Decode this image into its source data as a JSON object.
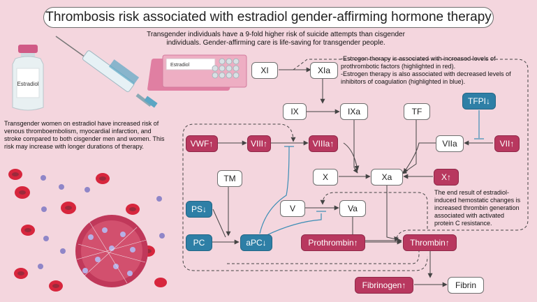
{
  "title": "Thrombosis risk associated with estradiol gender-affirming hormone therapy",
  "intro": "Transgender individuals have a 9-fold higher risk of suicide attempts than cisgender individuals. Gender-affirming care is life-saving for transgender people.",
  "vial_label": "Estradiol",
  "pack_label": "Estradiol",
  "left_note": "Transgender women on estradiol have increased risk of venous thromboembolism, myocardial infarction, and stroke compared to both cisgender men and women. This risk may increase with longer durations of therapy.",
  "estrogen_note_1": "-Estrogen therapy is associated with increased levels of prothrombotic factors (highlighted in red).",
  "estrogen_note_2": "-Estrogen therapy is also associated with decreased levels of inhibitors of coagulation (highlighted in blue).",
  "end_note": "The end result of estradiol-induced hemostatic changes is increased thrombin generation associated with activated protein C resistance.",
  "nodes": {
    "xi": "XI",
    "xia": "XIa",
    "ix": "IX",
    "ixa": "IXa",
    "tf": "TF",
    "tfpi": "TFPI↓",
    "vwf": "VWF↑",
    "viii": "VIII↑",
    "viiia": "VIIIa↑",
    "viia": "VIIa",
    "vii": "VII↑",
    "tm": "TM",
    "x": "X",
    "xa": "Xa",
    "x_up": "X↑",
    "ps": "PS↓",
    "v": "V",
    "va": "Va",
    "pc": "PC",
    "apc": "aPC↓",
    "prothrombin": "Prothrombin↑",
    "thrombin": "Thrombin↑",
    "fibrinogen": "Fibrinogen↑",
    "fibrin": "Fibrin"
  },
  "colors": {
    "background": "#f4d6de",
    "prothrombotic": "#b8385f",
    "inhibitor": "#2e7fa6",
    "inhibitor_line": "#3b8db5"
  }
}
